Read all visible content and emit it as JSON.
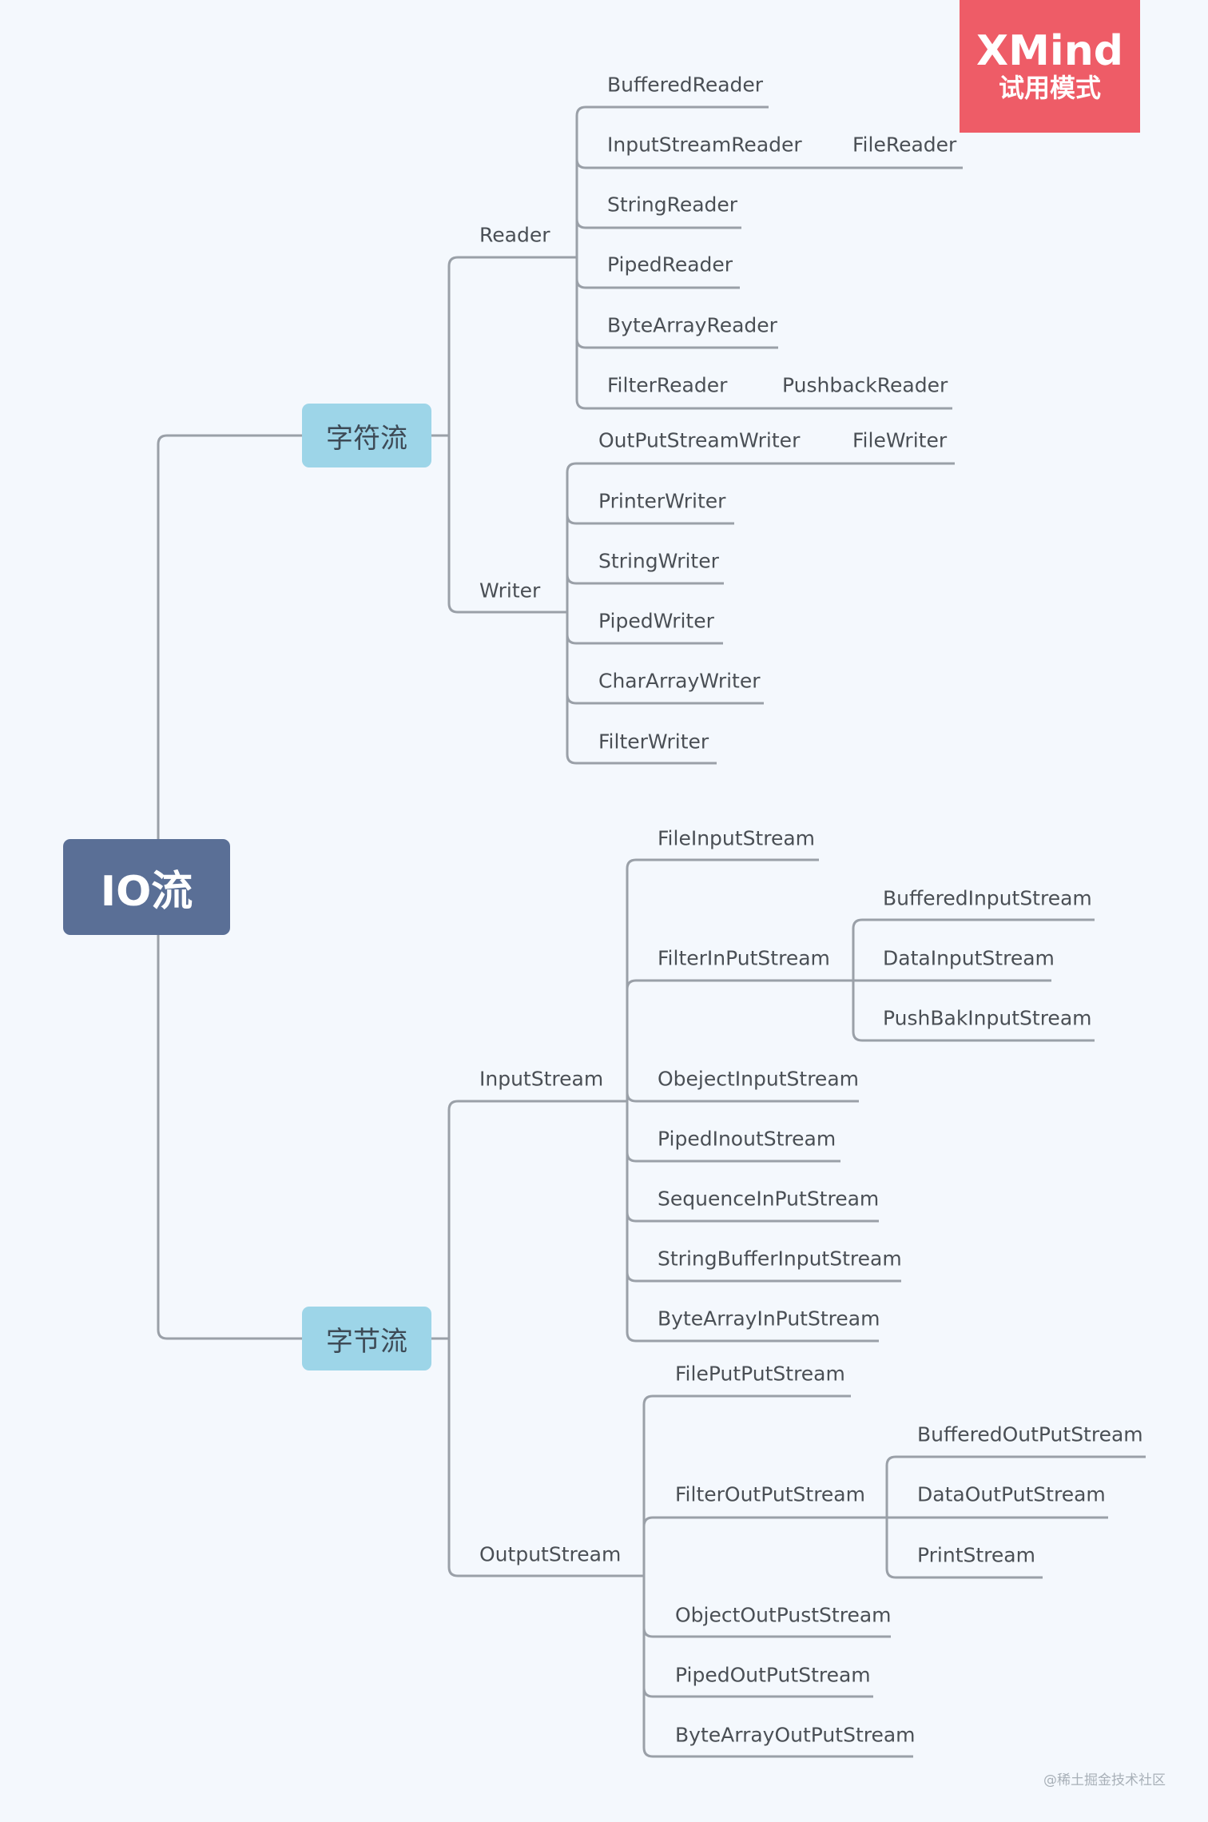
{
  "diagram": {
    "root": "IO流",
    "character_stream": {
      "label": "字符流",
      "reader": {
        "label": "Reader",
        "children": [
          "BufferedReader",
          "InputStreamReader",
          "FileReader",
          "StringReader",
          "PipedReader",
          "ByteArrayReader",
          "FilterReader",
          "PushbackReader"
        ]
      },
      "writer": {
        "label": "Writer",
        "children": [
          "OutPutStreamWriter",
          "FileWriter",
          "PrinterWriter",
          "StringWriter",
          "PipedWriter",
          "CharArrayWriter",
          "FilterWriter"
        ]
      }
    },
    "byte_stream": {
      "label": "字节流",
      "input_stream": {
        "label": "InputStream",
        "children": [
          "FileInputStream",
          "FilterInPutStream",
          "BufferedInputStream",
          "DataInputStream",
          "PushBakInputStream",
          "ObejectInputStream",
          "PipedInoutStream",
          "SequenceInPutStream",
          "StringBufferInputStream",
          "ByteArrayInPutStream"
        ]
      },
      "output_stream": {
        "label": "OutputStream",
        "children": [
          "FilePutPutStream",
          "FilterOutPutStream",
          "BufferedOutPutStream",
          "DataOutPutStream",
          "PrintStream",
          "ObjectOutPustStream",
          "PipedOutPutStream",
          "ByteArrayOutPutStream"
        ]
      }
    }
  },
  "badge": {
    "title": "XMind",
    "subtitle": "试用模式"
  },
  "watermark": "@稀土掘金技术社区",
  "colors": {
    "background": "#f4f8fd",
    "line": "#9aa0a8",
    "root_fill": "#5a6f96",
    "main_fill": "#9dd5e8",
    "badge_fill": "#ee5c67",
    "text": "#4a4f55"
  }
}
